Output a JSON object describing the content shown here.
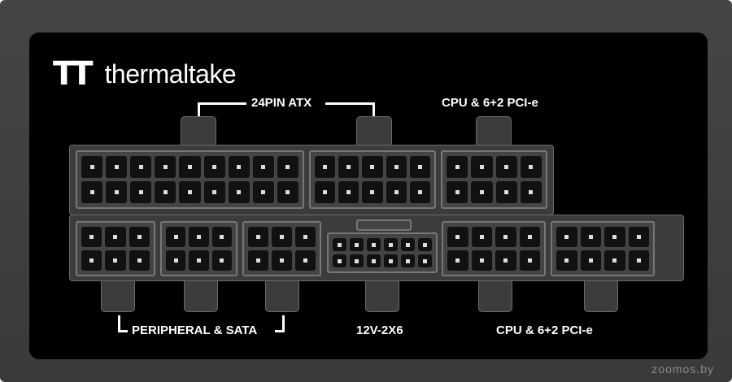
{
  "brand": {
    "logo_mark": "TT",
    "name": "thermaltake"
  },
  "labels": {
    "atx": "24PIN ATX",
    "cpu_pcie_top": "CPU & 6+2 PCI-e",
    "peripheral_sata": "PERIPHERAL & SATA",
    "high_power": "12V-2X6",
    "cpu_pcie_bottom": "CPU & 6+2 PCI-e"
  },
  "watermark": "zoomos.by"
}
